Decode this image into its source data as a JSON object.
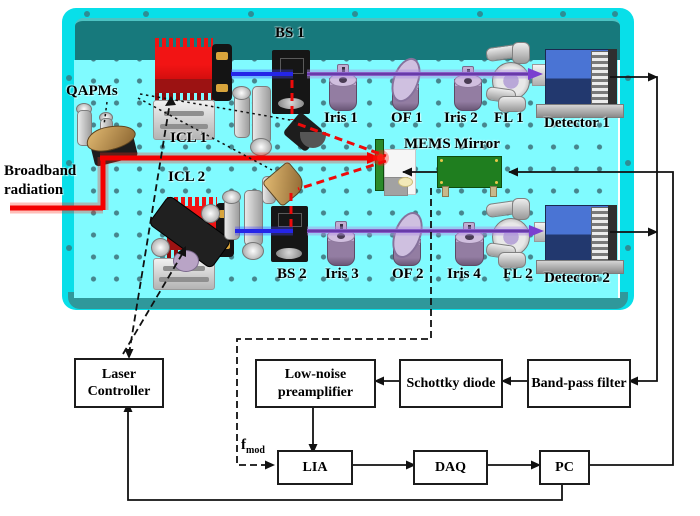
{
  "figure": {
    "broadband_label": "Broadband radiation",
    "table": {
      "labels": {
        "qapms": "QAPMs",
        "icl1": "ICL 1",
        "icl2": "ICL 2",
        "bs1": "BS 1",
        "bs2": "BS 2",
        "iris1": "Iris 1",
        "of1": "OF 1",
        "iris2": "Iris 2",
        "fl1": "FL 1",
        "detector1": "Detector 1",
        "iris3": "Iris 3",
        "of2": "OF 2",
        "iris4": "Iris 4",
        "fl2": "FL 2",
        "detector2": "Detector 2",
        "mems": "MEMS Mirror"
      }
    },
    "flowchart": {
      "laser_controller": "Laser Controller",
      "preamp": "Low-noise preamplifier",
      "schottky": "Schottky diode",
      "bandpass": "Band-pass filter",
      "lia": "LIA",
      "daq": "DAQ",
      "pc": "PC",
      "fmod_base": "f",
      "fmod_sub": "mod"
    },
    "colors": {
      "table_frame": "#08dfe9",
      "table_wall": "#17797c",
      "breadboard": "#80fbff",
      "beam_red": "#f40000",
      "beam_blue": "#2525e8",
      "beam_purple": "#8a5fc8",
      "laser_red": "#e60f0f",
      "detector_blue": "#4a74d4",
      "mems_green": "#1f7e1f"
    }
  }
}
